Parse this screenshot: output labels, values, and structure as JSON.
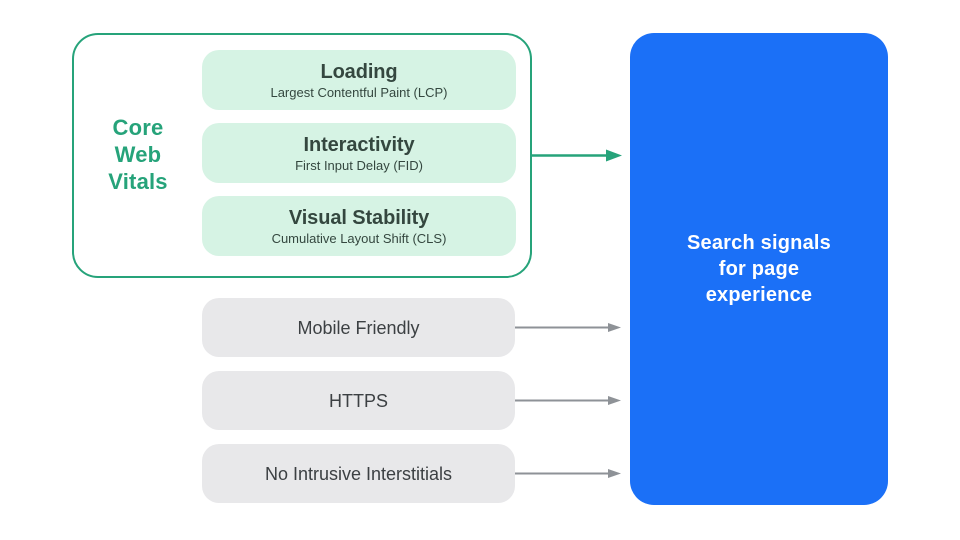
{
  "colors": {
    "accent_green": "#26A37A",
    "pill_green_bg": "#D6F3E4",
    "pill_green_text": "#34473F",
    "gray_pill_bg": "#E8E8EA",
    "gray_pill_text": "#3C4043",
    "arrow_gray": "#8E9297",
    "blue_bg": "#1B70F7",
    "blue_text": "#FFFFFF"
  },
  "icons": {
    "arrow_right": "→"
  },
  "core_web_vitals": {
    "label": "Core Web Vitals",
    "label_lines": [
      "Core",
      "Web",
      "Vitals"
    ],
    "items": [
      {
        "title": "Loading",
        "subtitle": "Largest Contentful Paint (LCP)"
      },
      {
        "title": "Interactivity",
        "subtitle": "First Input Delay (FID)"
      },
      {
        "title": "Visual Stability",
        "subtitle": "Cumulative Layout Shift (CLS)"
      }
    ]
  },
  "other_signals": [
    {
      "label": "Mobile Friendly"
    },
    {
      "label": "HTTPS"
    },
    {
      "label": "No Intrusive Interstitials"
    }
  ],
  "result_box": {
    "label": "Search signals for page experience",
    "lines": [
      "Search signals",
      "for page",
      "experience"
    ]
  }
}
